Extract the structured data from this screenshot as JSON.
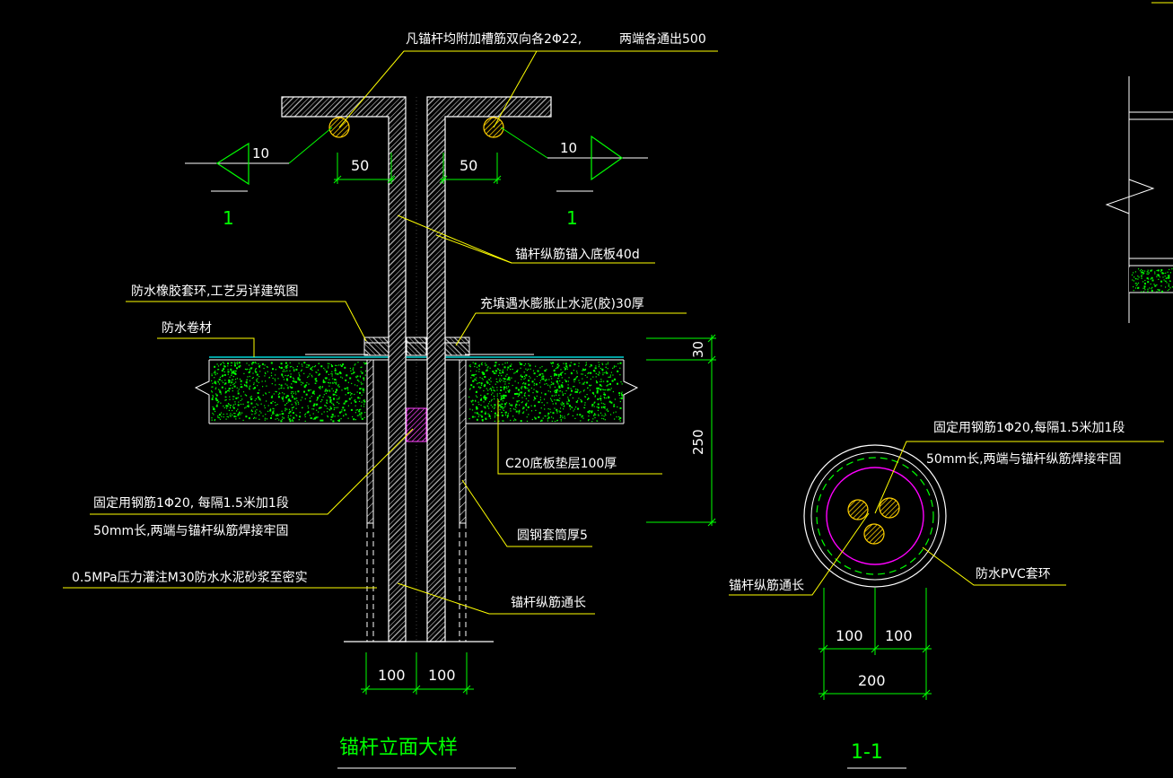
{
  "colors": {
    "background": "#000000",
    "text": "#ffffff",
    "leader": "#ffff00",
    "dimension": "#00ff00",
    "concrete_dots": "#00ff00",
    "waterline": "#00ffff",
    "ring_circle": "#ff00ff",
    "rebar_fill": "#ffd000",
    "hatch": "#ffffff"
  },
  "notes": {
    "top_note_a": "凡锚杆均附加槽筋双向各2Φ22,",
    "top_note_b": "两端各通出500",
    "anchor_into_slab": "锚杆纵筋锚入底板40d",
    "rubber_ring": "防水橡胶套环,工艺另详建筑图",
    "waterproof_membrane": "防水卷材",
    "fill_cement": "充填遇水膨胀止水泥(胶)30厚",
    "cushion": "C20底板垫层100厚",
    "fixing_rebar_a": "固定用钢筋1Φ20,    每隔1.5米加1段",
    "fixing_rebar_b": "50mm长,两端与锚杆纵筋焊接牢固",
    "steel_sleeve": "圆钢套筒厚5",
    "grouting": "0.5MPa压力灌注M30防水水泥砂浆至密实",
    "rebar_full_length": "锚杆纵筋通长",
    "sec_fixing_a": "固定用钢筋1Φ20,每隔1.5米加1段",
    "sec_fixing_b": "50mm长,两端与锚杆纵筋焊接牢固",
    "sec_rebar_full": "锚杆纵筋通长",
    "sec_pvc_ring": "防水PVC套环"
  },
  "dimensions": {
    "d50_left": "50",
    "d50_right": "50",
    "d30": "30",
    "d250": "250",
    "d100_a": "100",
    "d100_b": "100",
    "sec_d100_a": "100",
    "sec_d100_b": "100",
    "sec_d200": "200"
  },
  "section_marks": {
    "left_size": "10",
    "left_label": "1",
    "right_size": "10",
    "right_label": "1"
  },
  "titles": {
    "elevation": "锚杆立面大样",
    "section": "1-1"
  },
  "icons": {
    "section_arrow_left": "section-arrow-left-icon",
    "section_arrow_right": "section-arrow-right-icon",
    "break_symbol": "break-line-icon"
  }
}
